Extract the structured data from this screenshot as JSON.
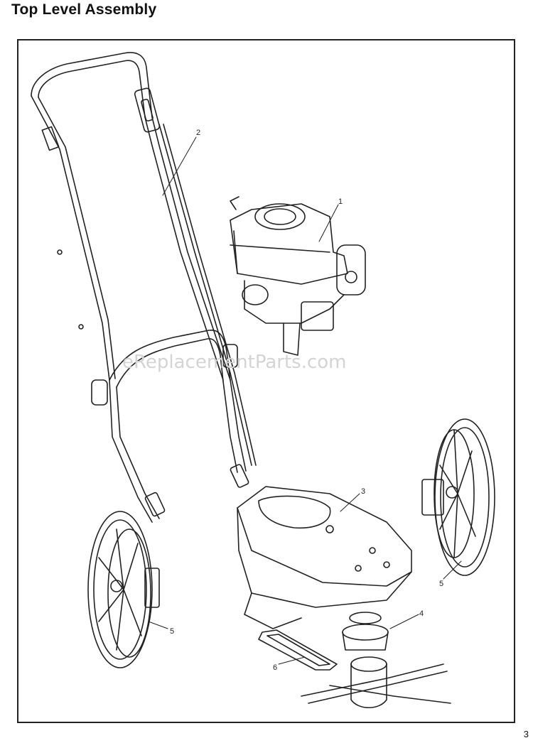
{
  "page": {
    "title": "Top Level Assembly",
    "page_number": "3",
    "watermark": "eReplacementParts.com"
  },
  "callouts": [
    {
      "id": "engine",
      "label": "1"
    },
    {
      "id": "handle",
      "label": "2"
    },
    {
      "id": "deck",
      "label": "3"
    },
    {
      "id": "trimmer-head",
      "label": "4"
    },
    {
      "id": "wheel-right",
      "label": "5"
    },
    {
      "id": "wheel-left",
      "label": "5"
    },
    {
      "id": "belt",
      "label": "6"
    }
  ]
}
